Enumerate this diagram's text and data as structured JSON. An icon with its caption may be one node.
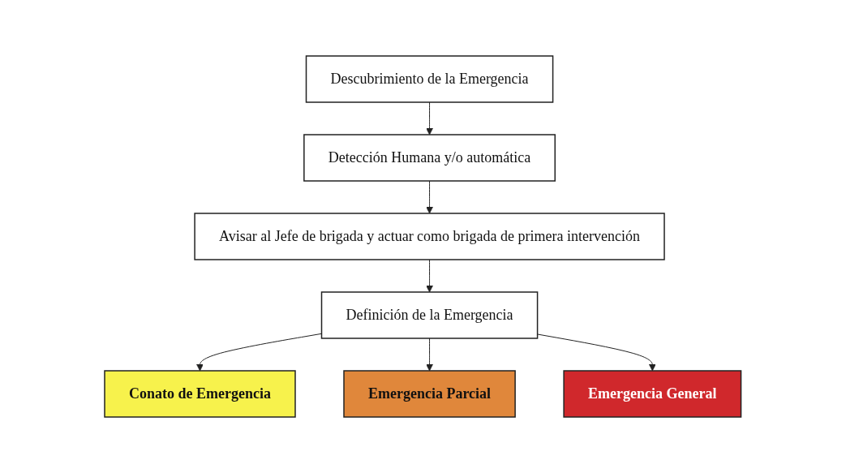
{
  "diagram": {
    "nodes": [
      {
        "text": [
          "Descubrimiento de la Emergencia"
        ]
      },
      {
        "text": [
          "Detección Humana y/o automática"
        ]
      },
      {
        "text": [
          "Avisar al Jefe de brigada y actuar como brigada de primera intervención"
        ]
      },
      {
        "text": [
          "Definición de la Emergencia"
        ]
      },
      {
        "text": [
          "Conato de Emergencia"
        ]
      },
      {
        "text": [
          "Emergencia Parcial"
        ]
      },
      {
        "text": [
          "Emergencia General"
        ]
      }
    ],
    "edges": [
      {
        "from": 0,
        "to": 1,
        "arrow": "to"
      },
      {
        "from": 1,
        "to": 2,
        "arrow": "to"
      },
      {
        "from": 2,
        "to": 3,
        "arrow": "to"
      },
      {
        "from": 3,
        "to": 4,
        "arrow": "to"
      },
      {
        "from": 3,
        "to": 5,
        "arrow": "to"
      },
      {
        "from": 3,
        "to": 6,
        "arrow": "to"
      }
    ]
  }
}
